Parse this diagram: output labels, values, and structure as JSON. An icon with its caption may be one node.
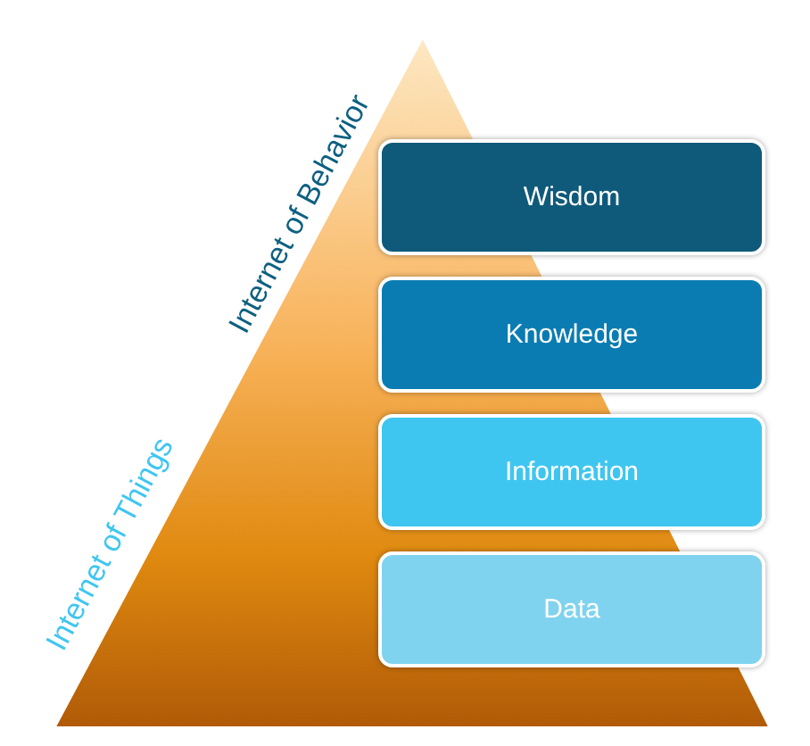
{
  "diagram": {
    "nodes": [
      {
        "text": [
          "Wisdom"
        ]
      },
      {
        "text": [
          "Knowledge"
        ]
      },
      {
        "text": [
          "Information"
        ]
      },
      {
        "text": [
          "Data"
        ]
      }
    ],
    "labels": [
      "Internet of Behavior",
      "Internet of Things"
    ]
  }
}
